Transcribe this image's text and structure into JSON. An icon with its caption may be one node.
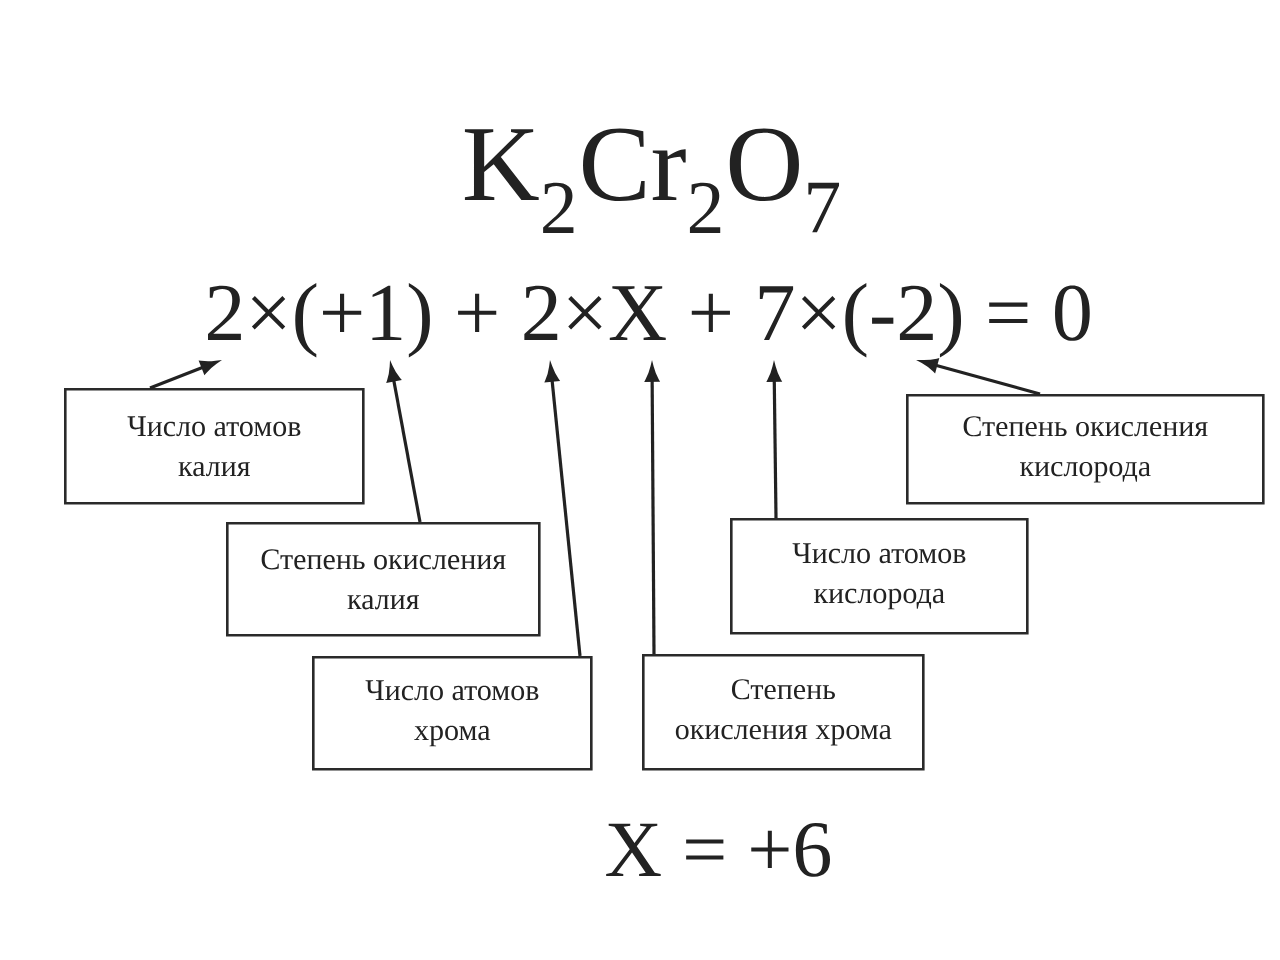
{
  "diagram": {
    "title": "K$_{2}$Cr$_{2}$O$_{7}$",
    "nodes": [
      {
        "text": [
          "2×(+1) + 2×X + 7×(-2) = 0"
        ]
      },
      {
        "text": [
          "Число атомов калия"
        ]
      },
      {
        "text": [
          "Степень окисления кислорода"
        ]
      },
      {
        "text": [
          "Степень окисления калия"
        ]
      },
      {
        "text": [
          "Число атомов кислорода"
        ]
      },
      {
        "text": [
          "Число атомов хрома"
        ]
      },
      {
        "text": [
          "Степень окисления хрома"
        ]
      }
    ],
    "edges": [
      {
        "from": 1,
        "to": 0,
        "arrow": "to"
      },
      {
        "from": 3,
        "to": 0,
        "arrow": "to"
      },
      {
        "from": 5,
        "to": 0,
        "arrow": "to"
      },
      {
        "from": 6,
        "to": 0,
        "arrow": "to"
      },
      {
        "from": 4,
        "to": 0,
        "arrow": "to"
      },
      {
        "from": 2,
        "to": 0,
        "arrow": "to"
      }
    ],
    "labels": [
      "X = +6"
    ]
  }
}
